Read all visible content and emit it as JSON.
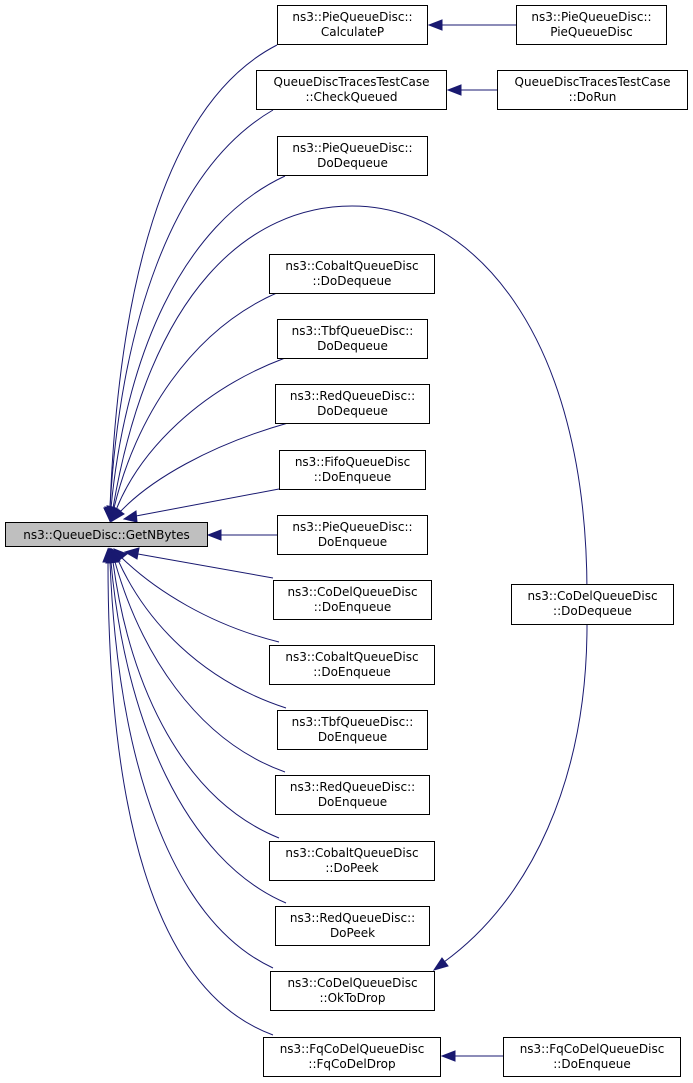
{
  "colors": {
    "edge": "#191970",
    "root_fill": "#bfbfbf",
    "node_fill": "#ffffff",
    "node_stroke": "#000000"
  },
  "nodes": {
    "root": [
      "ns3::QueueDisc::GetNBytes"
    ],
    "pie_calculatep": [
      "ns3::PieQueueDisc::",
      "CalculateP"
    ],
    "pie_ctor": [
      "ns3::PieQueueDisc::",
      "PieQueueDisc"
    ],
    "traces_checkqueued": [
      "QueueDiscTracesTestCase",
      "::CheckQueued"
    ],
    "traces_dorun": [
      "QueueDiscTracesTestCase",
      "::DoRun"
    ],
    "pie_dodequeue": [
      "ns3::PieQueueDisc::",
      "DoDequeue"
    ],
    "cobalt_dodequeue": [
      "ns3::CobaltQueueDisc",
      "::DoDequeue"
    ],
    "tbf_dodequeue": [
      "ns3::TbfQueueDisc::",
      "DoDequeue"
    ],
    "red_dodequeue": [
      "ns3::RedQueueDisc::",
      "DoDequeue"
    ],
    "fifo_doenqueue": [
      "ns3::FifoQueueDisc",
      "::DoEnqueue"
    ],
    "pie_doenqueue": [
      "ns3::PieQueueDisc::",
      "DoEnqueue"
    ],
    "codel_doenqueue": [
      "ns3::CoDelQueueDisc",
      "::DoEnqueue"
    ],
    "cobalt_doenqueue": [
      "ns3::CobaltQueueDisc",
      "::DoEnqueue"
    ],
    "tbf_doenqueue": [
      "ns3::TbfQueueDisc::",
      "DoEnqueue"
    ],
    "red_doenqueue": [
      "ns3::RedQueueDisc::",
      "DoEnqueue"
    ],
    "cobalt_dopeek": [
      "ns3::CobaltQueueDisc",
      "::DoPeek"
    ],
    "red_dopeek": [
      "ns3::RedQueueDisc::",
      "DoPeek"
    ],
    "codel_oktodrop": [
      "ns3::CoDelQueueDisc",
      "::OkToDrop"
    ],
    "codel_dodequeue": [
      "ns3::CoDelQueueDisc",
      "::DoDequeue"
    ],
    "fqcodel_fqcodeldrop": [
      "ns3::FqCoDelQueueDisc",
      "::FqCoDelDrop"
    ],
    "fqcodel_doenqueue": [
      "ns3::FqCoDelQueueDisc",
      "::DoEnqueue"
    ]
  },
  "edges": [
    [
      "pie_calculatep",
      "root"
    ],
    [
      "traces_checkqueued",
      "root"
    ],
    [
      "pie_dodequeue",
      "root"
    ],
    [
      "codel_dodequeue",
      "root"
    ],
    [
      "cobalt_dodequeue",
      "root"
    ],
    [
      "tbf_dodequeue",
      "root"
    ],
    [
      "red_dodequeue",
      "root"
    ],
    [
      "fifo_doenqueue",
      "root"
    ],
    [
      "pie_doenqueue",
      "root"
    ],
    [
      "codel_doenqueue",
      "root"
    ],
    [
      "cobalt_doenqueue",
      "root"
    ],
    [
      "tbf_doenqueue",
      "root"
    ],
    [
      "red_doenqueue",
      "root"
    ],
    [
      "cobalt_dopeek",
      "root"
    ],
    [
      "red_dopeek",
      "root"
    ],
    [
      "codel_oktodrop",
      "root"
    ],
    [
      "fqcodel_fqcodeldrop",
      "root"
    ],
    [
      "pie_ctor",
      "pie_calculatep"
    ],
    [
      "traces_dorun",
      "traces_checkqueued"
    ],
    [
      "codel_dodequeue",
      "codel_oktodrop"
    ],
    [
      "fqcodel_doenqueue",
      "fqcodel_fqcodeldrop"
    ]
  ]
}
